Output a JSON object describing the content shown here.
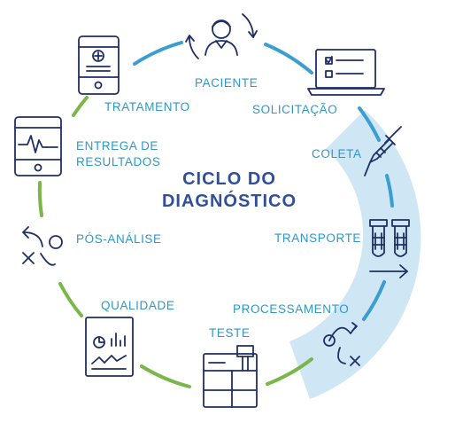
{
  "title_line1": "CICLO DO",
  "title_line2": "DIAGNÓSTICO",
  "steps": {
    "paciente": "PACIENTE",
    "solicitacao": "SOLICITAÇÃO",
    "coleta": "COLETA",
    "transporte": "TRANSPORTE",
    "processamento": "PROCESSAMENTO",
    "teste": "TESTE",
    "qualidade": "QUALIDADE",
    "pos_analise": "PÓS-ANÁLISE",
    "entrega_line1": "ENTREGA DE",
    "entrega_line2": "RESULTADOS",
    "tratamento": "TRATAMENTO"
  },
  "colors": {
    "blue_arc": "#3a9fd0",
    "green_arc": "#7ab648",
    "highlight_band": "#cfe6f4",
    "icon_navy": "#1f2f66",
    "label_blue": "#2f97c8",
    "title_navy": "#2f4f99"
  },
  "icons": [
    "person-icon",
    "cycle-arrow-icon",
    "laptop-checklist-icon",
    "syringe-icon",
    "test-tubes-icon",
    "right-arrow-icon",
    "path-map-icon",
    "analyzer-machine-icon",
    "report-chart-icon",
    "route-icon",
    "tablet-ecg-icon",
    "mobile-plus-icon"
  ]
}
